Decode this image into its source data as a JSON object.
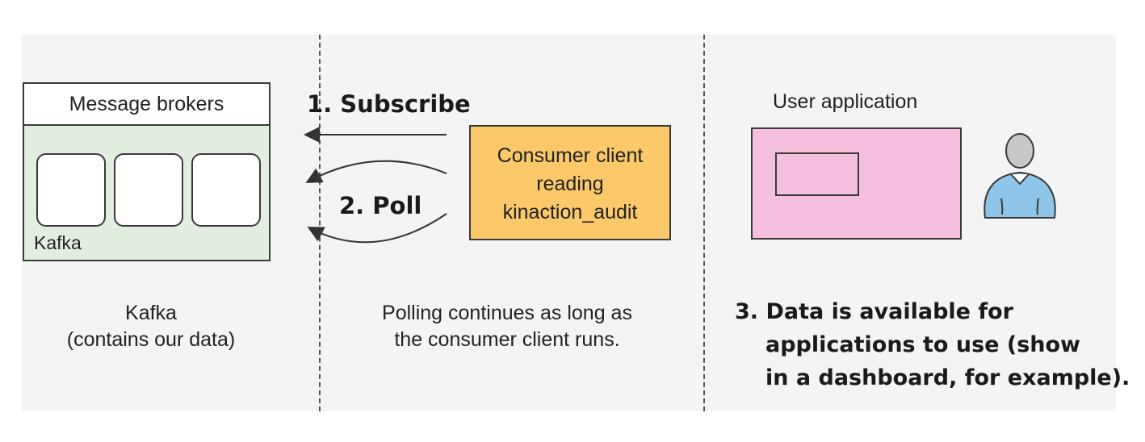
{
  "kafka": {
    "header": "Message brokers",
    "inner_label": "Kafka",
    "caption_line1": "Kafka",
    "caption_line2": "(contains our data)"
  },
  "steps": {
    "subscribe": "1. Subscribe",
    "poll": "2. Poll",
    "available_line1": "3. Data is available for",
    "available_line2": "applications to use (show",
    "available_line3": "in a dashboard, for example)."
  },
  "consumer": {
    "line1": "Consumer client",
    "line2": "reading",
    "line3": "kinaction_audit"
  },
  "polling_caption": {
    "line1": "Polling continues as long as",
    "line2": "the consumer client runs."
  },
  "user_application": {
    "label": "User application"
  },
  "colors": {
    "broker_fill": "#e2efe0",
    "consumer_fill": "#fbc86a",
    "app_fill": "#f5c0dd",
    "user_body": "#8ec5e8",
    "user_head": "#c8c8c8"
  },
  "icons": {
    "user": "person-icon"
  }
}
